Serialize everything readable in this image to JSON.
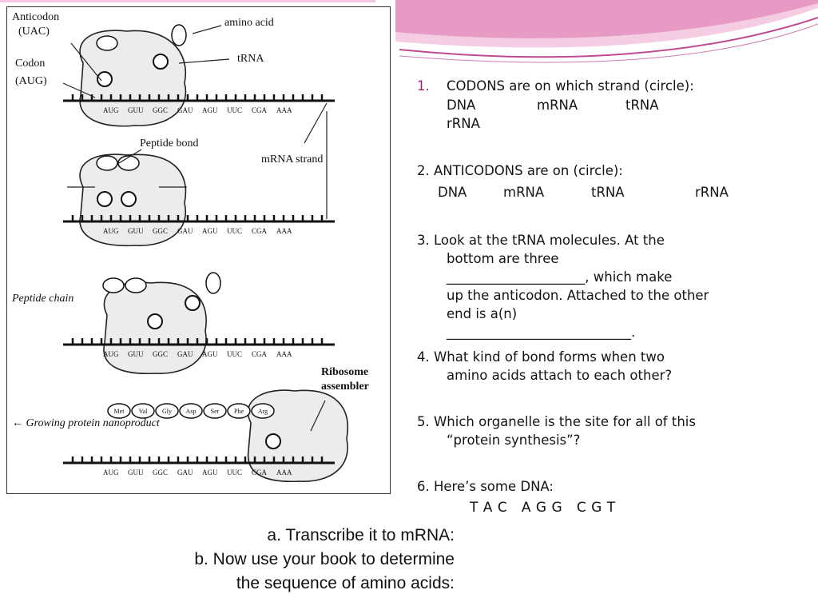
{
  "slide": {
    "accent_color": "#a01e78",
    "decor_colors": [
      "#e79ac4",
      "#c04a90",
      "#f4c6df"
    ]
  },
  "figure": {
    "labels": {
      "anticodon": "Anticodon",
      "anticodon_seq": "(UAC)",
      "codon": "Codon",
      "codon_seq": "(AUG)",
      "amino_acid": "amino acid",
      "trna": "tRNA",
      "peptide_bond": "Peptide bond",
      "mrna_strand": "mRNA strand",
      "peptide_chain": "Peptide chain",
      "ribosome_line1": "Ribosome",
      "ribosome_line2": "assembler",
      "growing_protein": "← Growing protein nanoproduct"
    },
    "codons": [
      "AUG",
      "GUU",
      "GGC",
      "GAU",
      "AGU",
      "UUC",
      "CGA",
      "AAA"
    ],
    "amino_acids": [
      "Met",
      "Val",
      "Gly",
      "Asp",
      "Ser",
      "Phe",
      "Arg"
    ]
  },
  "questions": {
    "q1": {
      "number": "1.",
      "text": "CODONS are on which strand (circle):",
      "options": [
        "DNA",
        "mRNA",
        "tRNA",
        "rRNA"
      ]
    },
    "q2": {
      "text": "2. ANTICODONS are on (circle):",
      "options": [
        "DNA",
        "mRNA",
        "tRNA",
        "rRNA"
      ]
    },
    "q3": {
      "line1": "3. Look at the tRNA molecules.  At the",
      "line2": "bottom are three",
      "line3": "_____________________, which make",
      "line4": "up the anticodon.  Attached to the other",
      "line5": "end is a(n)",
      "line6": "____________________________."
    },
    "q4": {
      "line1": "4. What kind of bond forms when two",
      "line2": "amino acids attach to each other?"
    },
    "q5": {
      "line1": "5. Which organelle is the site for all of this",
      "line2": "“protein synthesis”?"
    },
    "q6": {
      "text": "6. Here’s some DNA:",
      "sequence": "T A C   A G G   C G T"
    }
  },
  "tasks": {
    "a": "a.  Transcribe it to mRNA:",
    "b1": "b.  Now use your book to determine",
    "b2": "the sequence of amino acids:"
  }
}
